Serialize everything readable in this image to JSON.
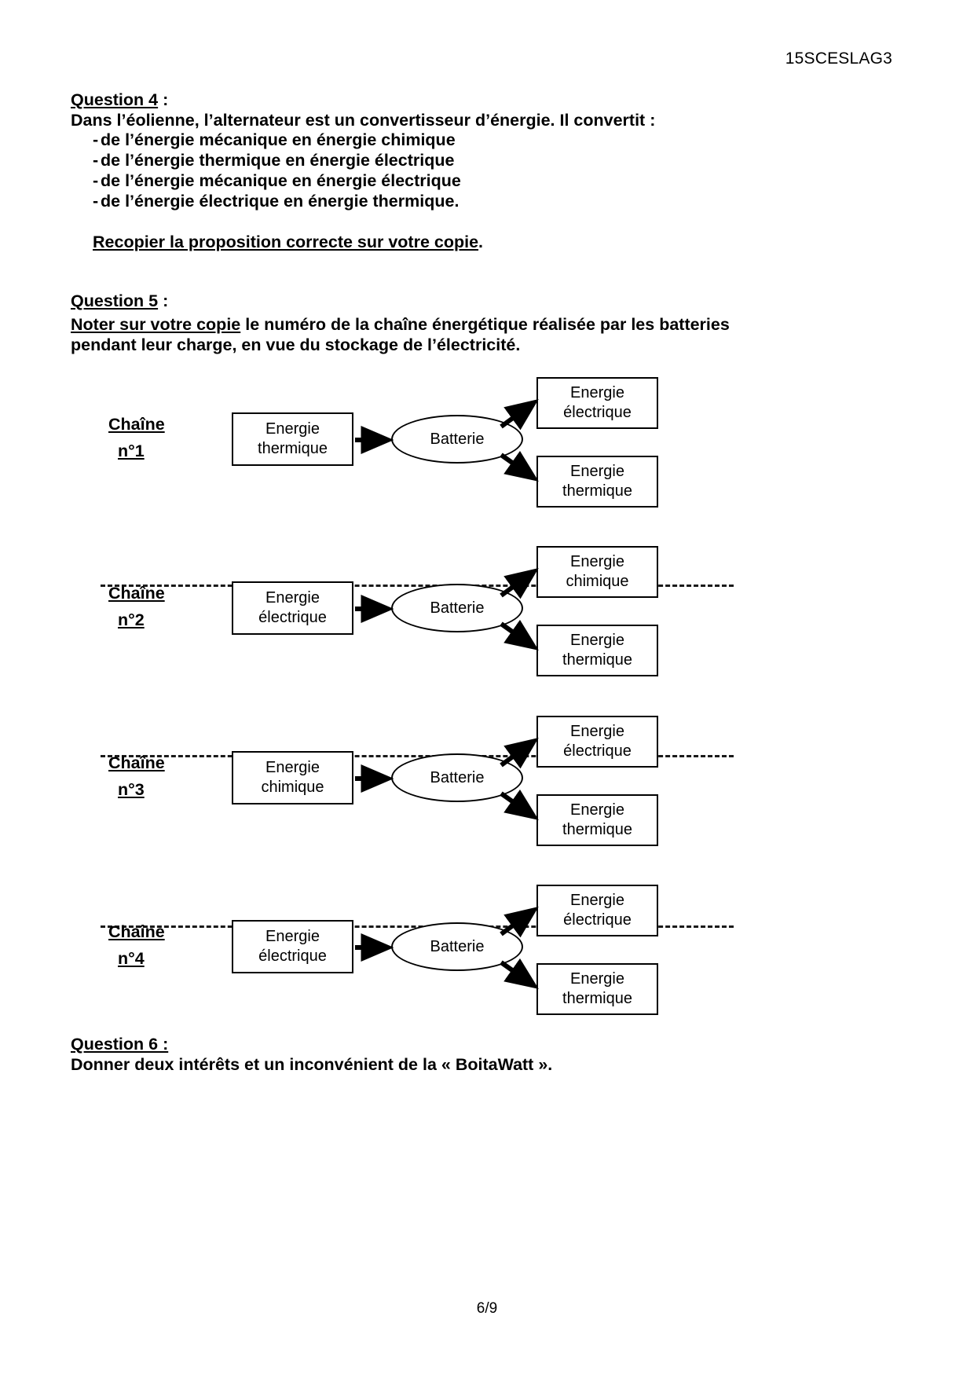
{
  "document": {
    "code": "15SCESLAG3",
    "page_number": "6/9"
  },
  "question4": {
    "heading": "Question 4",
    "heading_colon": " :",
    "intro": "Dans l’éolienne, l’alternateur est un convertisseur d’énergie. Il convertit :",
    "dash": "-",
    "options": [
      "de l’énergie mécanique en énergie chimique",
      "de l’énergie thermique en énergie électrique",
      "de l’énergie mécanique en énergie électrique",
      "de l’énergie électrique en énergie thermique."
    ],
    "instruction": "Recopier la proposition correcte sur votre copie",
    "instruction_end": "."
  },
  "question5": {
    "heading": "Question 5",
    "heading_colon": " :",
    "emphasis": "Noter sur votre copie",
    "line1_rest": " le numéro de la chaîne énergétique réalisée par les batteries",
    "line2": "pendant leur charge, en vue du stockage de l’électricité."
  },
  "diagram": {
    "chains": [
      {
        "label_line1": "Chaîne",
        "label_line2": "n°1",
        "source_line1": "Energie",
        "source_line2": "thermique",
        "converter": "Batterie",
        "output_top_line1": "Energie",
        "output_top_line2": "électrique",
        "output_bottom_line1": "Energie",
        "output_bottom_line2": "thermique"
      },
      {
        "label_line1": "Chaîne",
        "label_line2": "n°2",
        "source_line1": "Energie",
        "source_line2": "électrique",
        "converter": "Batterie",
        "output_top_line1": "Energie",
        "output_top_line2": "chimique",
        "output_bottom_line1": "Energie",
        "output_bottom_line2": "thermique"
      },
      {
        "label_line1": "Chaîne",
        "label_line2": "n°3",
        "source_line1": "Energie",
        "source_line2": "chimique",
        "converter": "Batterie",
        "output_top_line1": "Energie",
        "output_top_line2": "électrique",
        "output_bottom_line1": "Energie",
        "output_bottom_line2": "thermique"
      },
      {
        "label_line1": "Chaîne",
        "label_line2": "n°4",
        "source_line1": "Energie",
        "source_line2": "électrique",
        "converter": "Batterie",
        "output_top_line1": "Energie",
        "output_top_line2": "électrique",
        "output_bottom_line1": "Energie",
        "output_bottom_line2": "thermique"
      }
    ]
  },
  "question6": {
    "heading": "Question 6 :",
    "line1": "Donner deux intérêts et un inconvénient de la « BoitaWatt »."
  },
  "colors": {
    "ink": "#000000",
    "paper": "#ffffff",
    "separator": "#1a1a1a"
  }
}
